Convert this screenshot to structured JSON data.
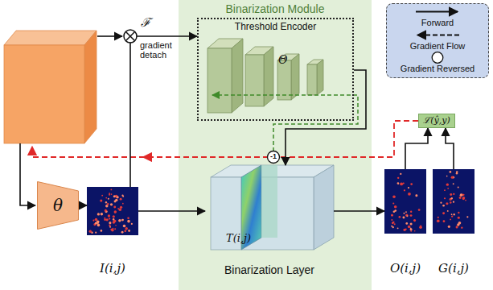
{
  "diagram": {
    "nodes": [
      {
        "text": [
          "θ"
        ]
      },
      {
        "text": [
          "I(i,j)"
        ]
      },
      {
        "text": [
          "Binarization Module"
        ]
      },
      {
        "text": [
          "Threshold Encoder",
          "Θ"
        ],
        "in": 2
      },
      {
        "text": [
          "T(i,j)",
          "Binarization Layer"
        ],
        "in": 2
      },
      {
        "text": [
          "ℒ(ŷ,y)"
        ]
      },
      {
        "text": [
          "O(i,j)"
        ]
      },
      {
        "text": [
          "G(i,j)"
        ]
      }
    ],
    "edges": [
      {
        "from": 0,
        "to": 1,
        "arrow": "to"
      },
      {
        "from": 1,
        "to": 3,
        "arrow": "to"
      },
      {
        "from": 1,
        "to": 4,
        "arrow": "to"
      },
      {
        "from": 3,
        "to": 4,
        "arrow": "to"
      },
      {
        "from": 4,
        "to": 6,
        "arrow": "to"
      },
      {
        "from": 6,
        "to": 5,
        "arrow": "to"
      },
      {
        "from": 7,
        "to": 5,
        "arrow": "to"
      }
    ],
    "labels": [
      "ℱ",
      "gradient detach",
      "-1",
      "-1"
    ],
    "legend": [
      {
        "text": "Forward"
      },
      {
        "text": "Gradient Flow"
      },
      {
        "text": "Gradient Reversed"
      }
    ]
  }
}
